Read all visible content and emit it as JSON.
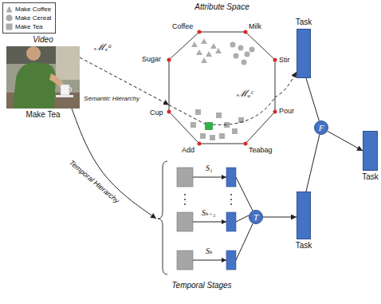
{
  "diagram": {
    "nodes": [
      {
        "text": [
          "Video",
          "Make Tea"
        ]
      },
      {
        "text": [
          "Attribute Space"
        ]
      },
      {
        "text": [
          "Task"
        ]
      },
      {
        "text": [
          "Temporal Stages"
        ]
      },
      {
        "text": [
          "T"
        ]
      },
      {
        "text": [
          "Task"
        ]
      },
      {
        "text": [
          "F"
        ]
      },
      {
        "text": [
          "Task"
        ]
      }
    ],
    "edges": [
      {
        "from": 0,
        "to": 1,
        "arrow": "to",
        "label": "Semantic Hierarchy"
      },
      {
        "from": 1,
        "to": 2,
        "arrow": "to",
        "label": "ℳₐᶜ"
      },
      {
        "from": 0,
        "to": 3,
        "arrow": "to",
        "label": "Temporal Hierarchy"
      },
      {
        "from": 4,
        "to": 5,
        "arrow": "to"
      },
      {
        "from": 2,
        "to": 6,
        "arrow": "none"
      },
      {
        "from": 5,
        "to": 6,
        "arrow": "none"
      },
      {
        "from": 6,
        "to": 7,
        "arrow": "to"
      }
    ],
    "labels": [
      "ℳₓᵃ",
      "Coffee",
      "Milk",
      "Stir",
      "Pour",
      "Teabag",
      "Add",
      "Cup",
      "Sugar",
      "S₁",
      "Sₖ₋₁",
      "Sₖ"
    ],
    "legend": [
      {
        "text": "Make Coffee"
      },
      {
        "text": "Make Cereal"
      },
      {
        "text": "Make Tea"
      }
    ]
  }
}
